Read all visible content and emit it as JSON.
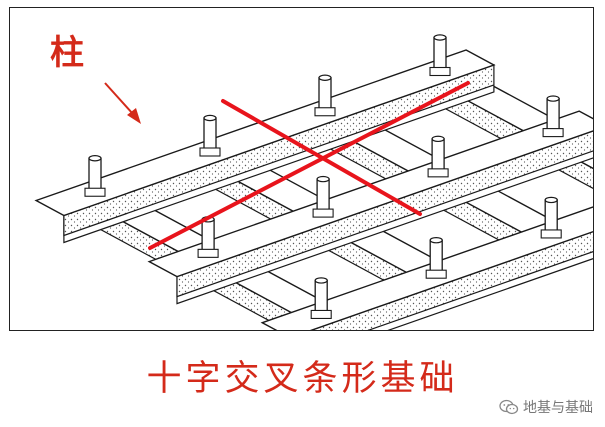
{
  "diagram": {
    "column_label": "柱",
    "caption": "十字交叉条形基础",
    "watermark": "地基与基础",
    "watermark_icon": "wechat-icon",
    "colors": {
      "label": "#d42a1a",
      "beam_fill": "#ffffff",
      "beam_stroke": "#1a1a1a",
      "concrete_dots": "#555555",
      "red_line": "#e8141c",
      "frame": "#222222",
      "watermark": "#777777"
    }
  }
}
